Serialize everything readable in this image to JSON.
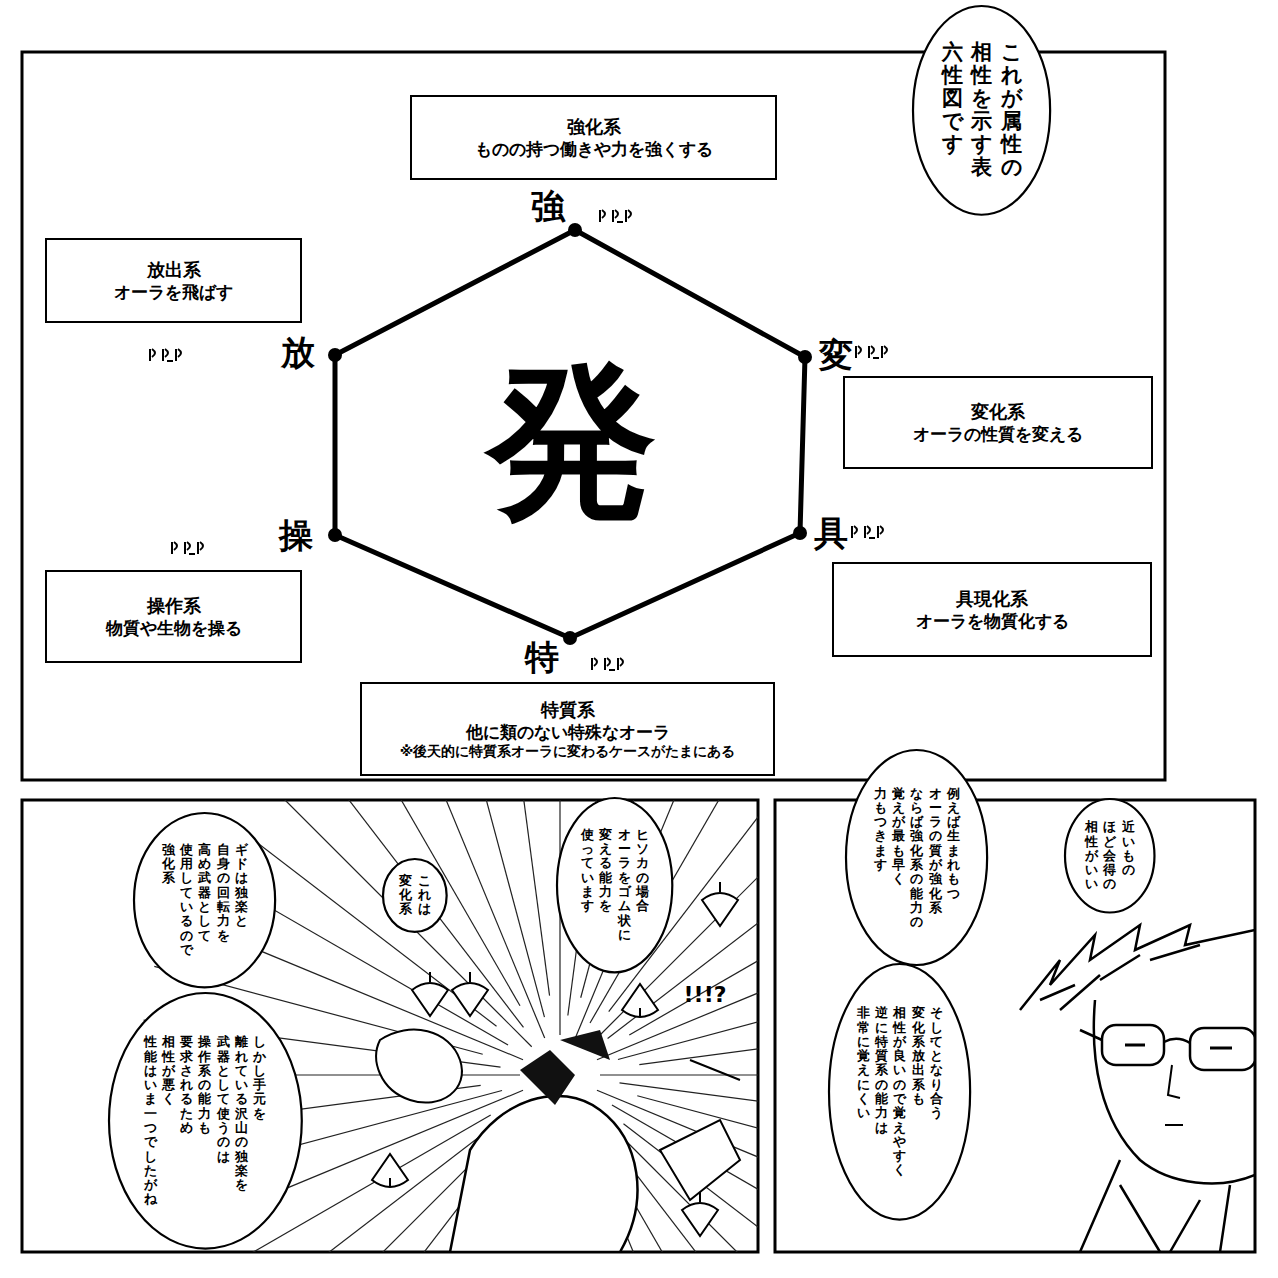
{
  "diagram": {
    "nodes": [
      {
        "text": [
          "これが属性の相性を示す表六性図です"
        ]
      },
      {
        "text": [
          "強化系",
          "ものの持つ働きや力を強くする"
        ]
      },
      {
        "text": [
          "放出系",
          "オーラを飛ばす"
        ]
      },
      {
        "text": [
          "変化系",
          "オーラの性質を変える"
        ]
      },
      {
        "text": [
          "具現化系",
          "オーラを物質化する"
        ]
      },
      {
        "text": [
          "操作系",
          "物質や生物を操る"
        ]
      },
      {
        "text": [
          "特質系",
          "他に類のない特殊なオーラ",
          "※後天的に特質系オーラに変わるケースがたまにある"
        ]
      },
      {
        "text": [
          "近いものほど会得の相性がいい"
        ]
      },
      {
        "text": [
          "例えば生まれもつオーラの質が強化系ならば強化系の能力の覚えが最も早く力もつきます"
        ]
      },
      {
        "text": [
          "そしてとなり合う変化系・放出系も相性が良いので覚えやすく逆に特質系の能力は非常に覚えにくい"
        ]
      },
      {
        "text": [
          "ヒソカの場合オーラをゴム状に変える能力を使っています"
        ]
      },
      {
        "text": [
          "これは変化系"
        ]
      },
      {
        "text": [
          "ギドは独楽と自身の回転力を高め武器として使用しているので強化系"
        ]
      },
      {
        "text": [
          "しかし手元を離れている沢山の独楽を武器として使うのは操作系の能力も要求されるため相性が悪く性能はいま一つでしたがね"
        ]
      }
    ],
    "labels": [
      "強",
      "変",
      "具",
      "特",
      "操",
      "放",
      "発",
      "!!!?"
    ]
  }
}
